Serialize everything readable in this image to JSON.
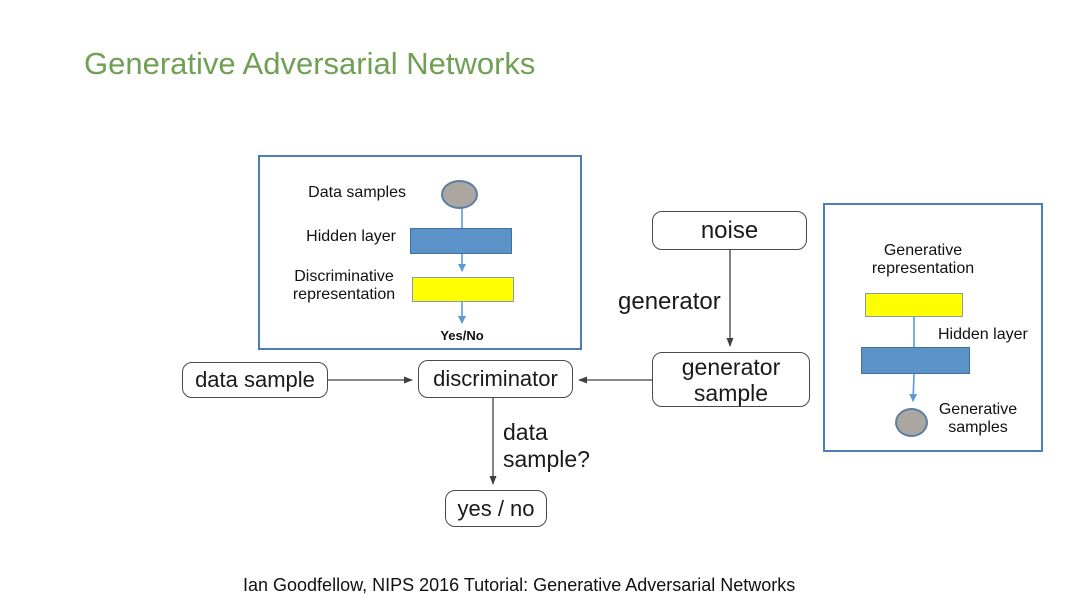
{
  "slide": {
    "title": "Generative Adversarial Networks",
    "footer": "Ian Goodfellow, NIPS 2016 Tutorial: Generative Adversarial Networks"
  },
  "colors": {
    "title_green": "#6FA053",
    "panel_border": "#4D7EBB",
    "blue_fill": "#5B92C8",
    "blue_border": "#41719C",
    "yellow_fill": "#FFFF00",
    "yellow_border": "#8A9BB0",
    "gray_fill": "#ACA6A0",
    "gray_border": "#5B7FA6",
    "arrow_blue": "#5B9BD5",
    "flow_border": "#4A4A4A",
    "flow_arrow": "#404040",
    "text_dark": "#1A1A1A"
  },
  "discriminator_panel": {
    "data_samples": "Data samples",
    "hidden_layer": "Hidden layer",
    "representation": "Discriminative\nrepresentation",
    "output": "Yes/No"
  },
  "generator_panel": {
    "representation": "Generative\nrepresentation",
    "hidden_layer": "Hidden layer",
    "samples": "Generative\nsamples"
  },
  "flow": {
    "noise": "noise",
    "generator": "generator",
    "generator_sample": "generator\nsample",
    "discriminator": "discriminator",
    "data_sample": "data sample",
    "question": "data\nsample?",
    "yes_no": "yes / no"
  }
}
